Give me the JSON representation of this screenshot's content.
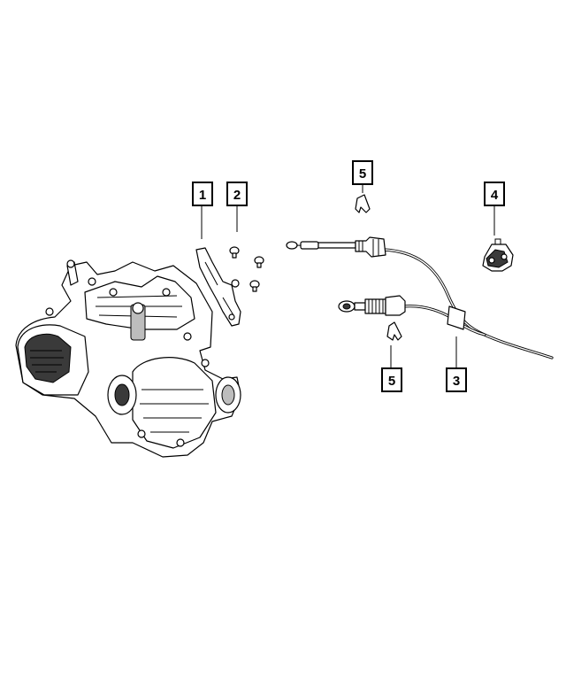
{
  "callouts": [
    {
      "id": "1",
      "label": "1"
    },
    {
      "id": "2",
      "label": "2"
    },
    {
      "id": "5-top",
      "label": "5"
    },
    {
      "id": "4",
      "label": "4"
    },
    {
      "id": "5-bottom",
      "label": "5"
    },
    {
      "id": "3",
      "label": "3"
    }
  ],
  "parts": {
    "transaxle": "transaxle-assembly",
    "bracket": "cable-bracket",
    "bolts": "bracket-bolts",
    "clip": "cable-retaining-clip",
    "shifter_cable": "gearshift-cable",
    "cable_mount": "cable-mount-bracket"
  }
}
